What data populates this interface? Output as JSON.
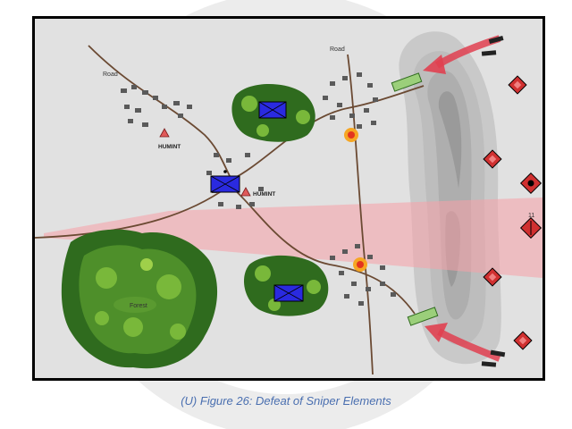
{
  "map": {
    "labels": {
      "road_left": "Road",
      "road_top": "Road",
      "humint_1": "HUMINT",
      "humint_2": "HUMINT",
      "forest": "Forest",
      "obstacle_marker": "11"
    },
    "colors": {
      "unit_blue": "#2a2ae0",
      "red_arrow": "#e04050",
      "pink_band": "#f7a0a8",
      "forest_dark": "#2f6b1e",
      "forest_light": "#79b83a",
      "road": "#6b4a33",
      "ridge_gray": "#b8b8b8",
      "enemy_red": "#d03030"
    }
  },
  "caption": "(U) Figure 26: Defeat of Sniper Elements"
}
